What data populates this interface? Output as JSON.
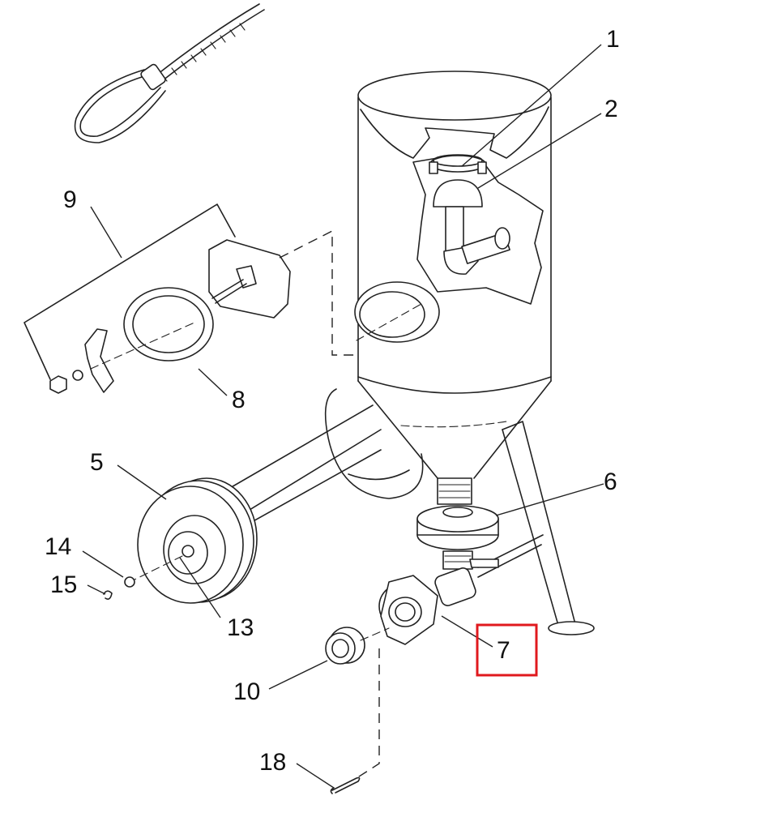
{
  "callouts": {
    "c1": "1",
    "c2": "2",
    "c5": "5",
    "c6": "6",
    "c7": "7",
    "c8": "8",
    "c9": "9",
    "c10": "10",
    "c13": "13",
    "c14": "14",
    "c15": "15",
    "c18": "18"
  },
  "highlight": {
    "callout": "7",
    "color": "#e0191e"
  }
}
